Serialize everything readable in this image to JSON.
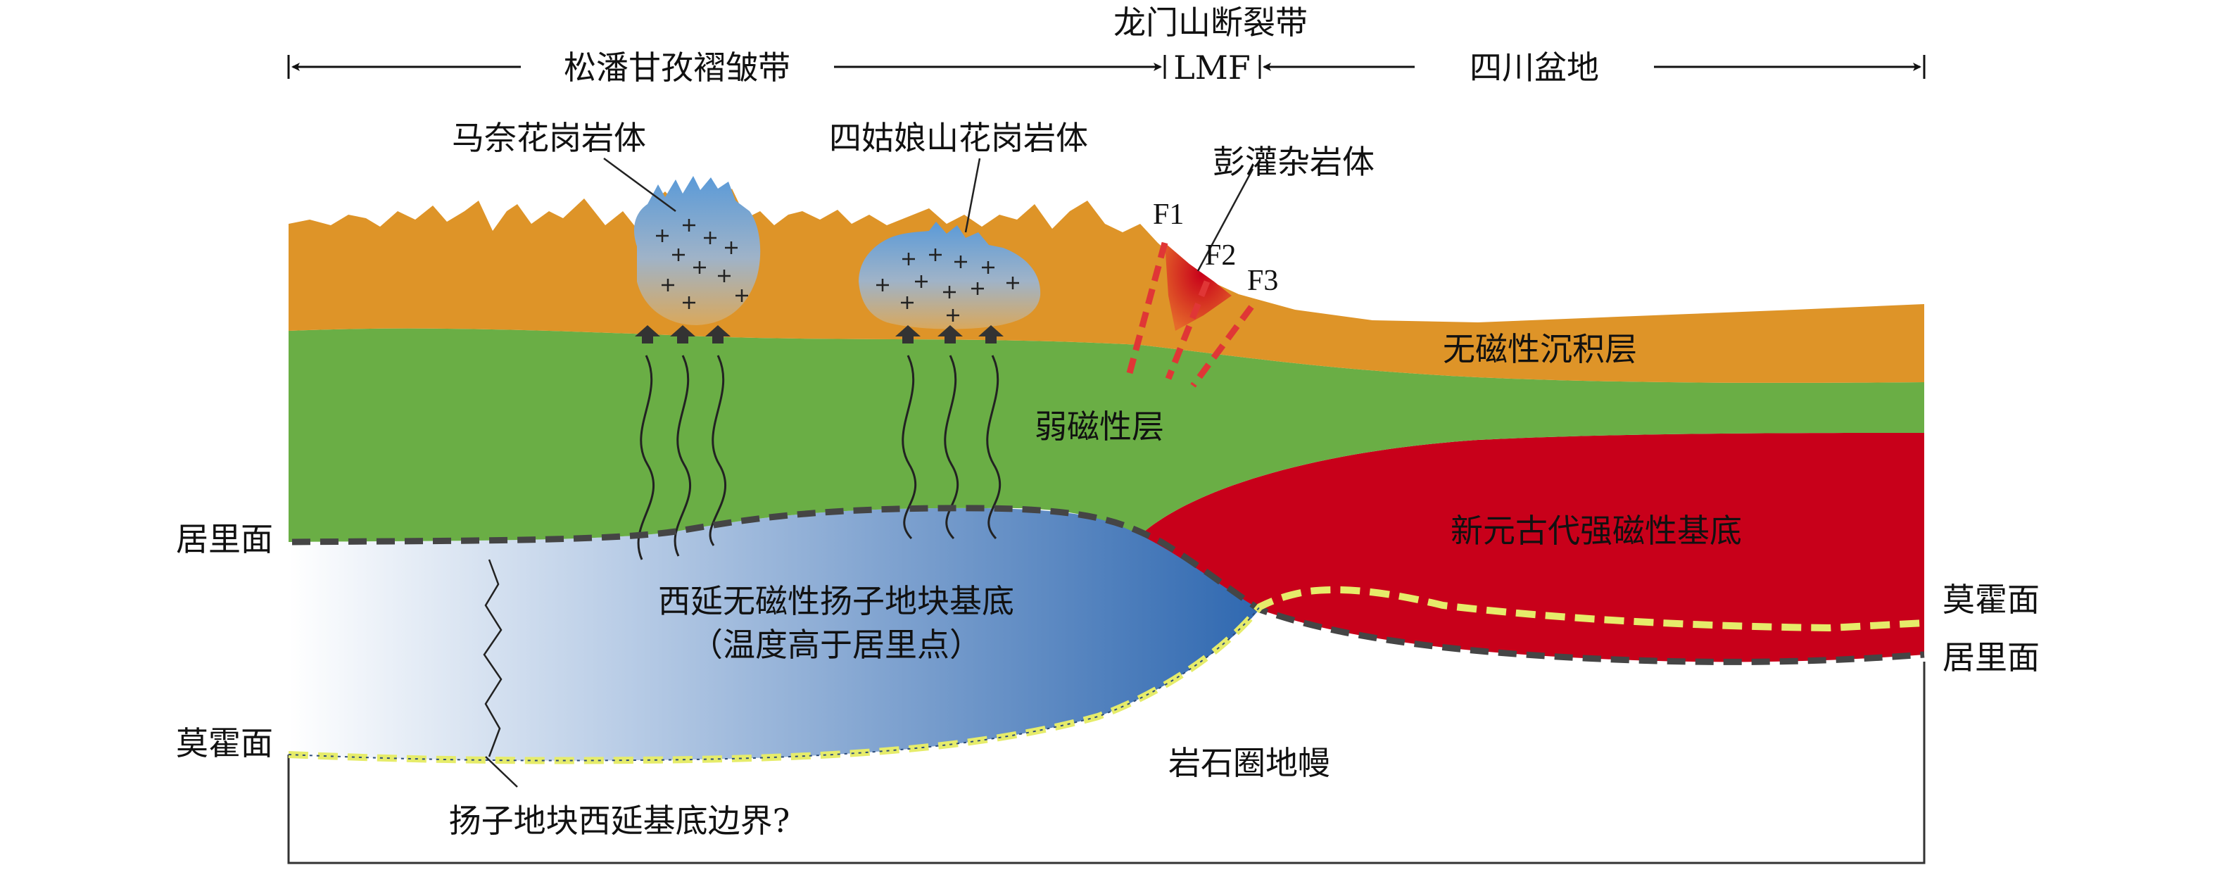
{
  "header": {
    "longmenshan_fault_zone": "龙门山断裂带",
    "songpan_ganzi_fold_belt": "松潘甘孜褶皱带",
    "lmf": "LMF",
    "sichuan_basin": "四川盆地"
  },
  "bodies": {
    "manai_granite": "马奈花岗岩体",
    "siguniangshan_granite": "四姑娘山花岗岩体",
    "pengguan_complex": "彭灌杂岩体"
  },
  "faults": [
    "F1",
    "F2",
    "F3"
  ],
  "layers": {
    "nonmagnetic_sediment": "无磁性沉积层",
    "weak_magnetic_layer": "弱磁性层",
    "neoproterozoic_basement": "新元古代强磁性基底",
    "yangtze_basement_line1": "西延无磁性扬子地块基底",
    "yangtze_basement_line2": "（温度高于居里点）",
    "lithospheric_mantle": "岩石圈地幔"
  },
  "surfaces": {
    "curie_left": "居里面",
    "moho_left": "莫霍面",
    "moho_right": "莫霍面",
    "curie_right": "居里面"
  },
  "boundary_label": "扬子地块西延基底边界?",
  "colors": {
    "sediment": "#DE9428",
    "weak_magnetic": "#6AAE45",
    "strong_basement": "#C8001A",
    "granite_blue": "#5A9AD8",
    "yangtze_blue": "#2F68B0",
    "moho_line": "#E6EC6A",
    "curie_line": "#454545",
    "fault_red": "#E03636"
  }
}
